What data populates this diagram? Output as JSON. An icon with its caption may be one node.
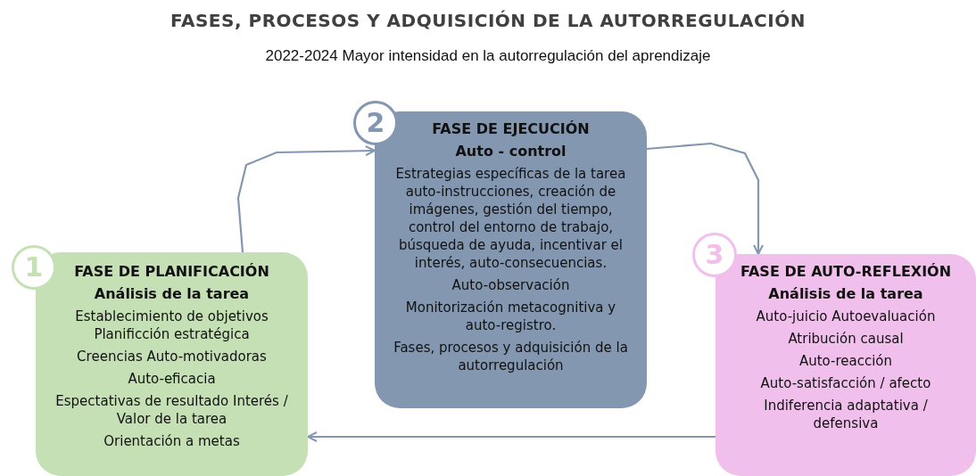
{
  "diagram": {
    "title": "FASES, PROCESOS Y ADQUISICIÓN DE LA AUTORREGULACIÓN",
    "caption": "2022-2024 Mayor intensidad en la autorregulación del aprendizaje",
    "nodes": [
      {
        "text": [
          "FASE DE PLANIFICACIÓN",
          "Análisis de la tarea",
          "Establecimiento de objetivos Planificción estratégica",
          "Creencias Auto-motivadoras",
          "Auto-eficacia",
          "Espectativas de resultado Interés / Valor de la tarea",
          "Orientación a metas"
        ]
      },
      {
        "text": [
          "1"
        ]
      },
      {
        "text": [
          "FASE DE EJECUCIÓN",
          "Auto - control",
          "Estrategias específicas de la tarea auto-instrucciones, creación de imágenes, gestión del tiempo, control del entorno de trabajo, búsqueda de ayuda, incentivar el interés, auto-consecuencias.",
          "Auto-observación",
          "Monitorización metacognitiva y auto-registro.",
          "Fases, procesos y adquisición de la autorregulación"
        ]
      },
      {
        "text": [
          "2"
        ]
      },
      {
        "text": [
          "FASE DE AUTO-REFLEXIÓN",
          "Análisis de la tarea",
          "Auto-juicio Autoevaluación",
          "Atribución causal",
          "Auto-reacción",
          "Auto-satisfacción / afecto",
          "Indiferencia adaptativa / defensiva"
        ]
      },
      {
        "text": [
          "3"
        ]
      }
    ],
    "edges": [
      {
        "from": 0,
        "to": 2,
        "arrow": "to"
      },
      {
        "from": 2,
        "to": 4,
        "arrow": "to"
      },
      {
        "from": 4,
        "to": 0,
        "arrow": "to"
      }
    ]
  }
}
